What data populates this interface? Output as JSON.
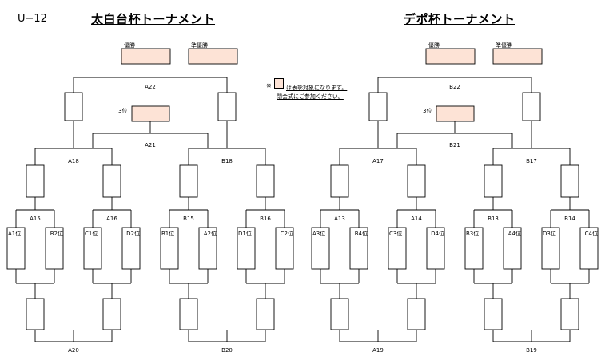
{
  "header": {
    "category": "U−12",
    "left_title": "太白台杯トーナメント",
    "right_title": "デポ杯トーナメント"
  },
  "note": {
    "mark": "※",
    "line1": "は表彰対象になります。",
    "line2": "閉会式にご参加ください。"
  },
  "labels": {
    "winner": "優勝",
    "runner_up": "準優勝",
    "third": "3位"
  },
  "colors": {
    "highlight": "#fde3d6",
    "line": "#000000"
  },
  "brackets": [
    {
      "final": "A22",
      "third_place": "A21",
      "semis": [
        "A18",
        "B18"
      ],
      "quarters": [
        "A15",
        "A16",
        "B15",
        "B16"
      ],
      "seeds": [
        "A1位",
        "B2位",
        "C1位",
        "D2位",
        "B1位",
        "A2位",
        "D1位",
        "C2位"
      ],
      "first_round": [
        "A20",
        "B20"
      ]
    },
    {
      "final": "B22",
      "third_place": "B21",
      "semis": [
        "A17",
        "B17"
      ],
      "quarters": [
        "A13",
        "A14",
        "B13",
        "B14"
      ],
      "seeds": [
        "A3位",
        "B4位",
        "C3位",
        "D4位",
        "B3位",
        "A4位",
        "D3位",
        "C4位"
      ],
      "first_round": [
        "A19",
        "B19"
      ]
    }
  ]
}
